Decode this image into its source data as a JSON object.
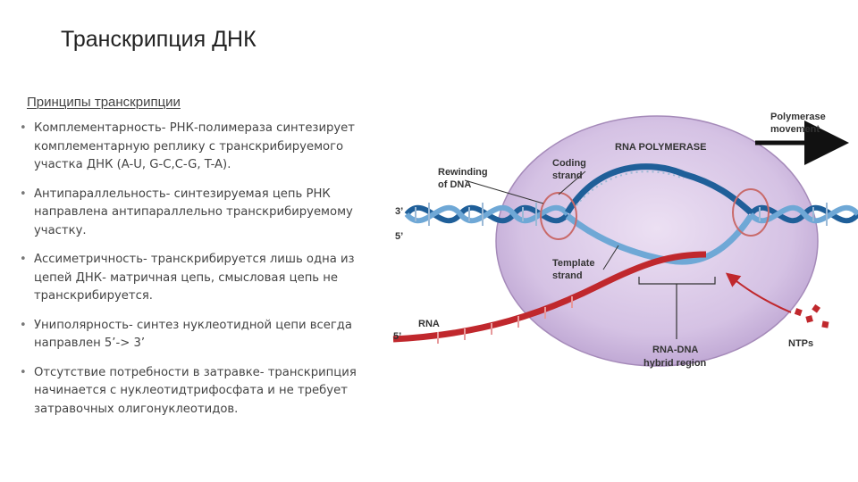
{
  "slide": {
    "title": "Транскрипция ДНК",
    "subtitle": "Принципы транскрипции"
  },
  "principles": [
    {
      "text": "Комплементарность- РНК-полимераза синтезирует комплементарную реплику с транскрибируемого участка ДНК (A-U, G-C,C-G, T-A)."
    },
    {
      "text": "Антипараллельность- синтезируемая цепь РНК направлена антипараллельно транскрибируемому участку."
    },
    {
      "text": "Ассиметричность- транскрибируется лишь одна из цепей ДНК- матричная цепь, смысловая цепь не транскрибируется."
    },
    {
      "text": "Униполярность- синтез нуклеотидной цепи всегда направлен 5’-> 3’"
    },
    {
      "text": "Отсутствие потребности в затравке- транскрипция начинается с нуклеотидтрифосфата и не требует затравочных олигонуклеотидов."
    }
  ],
  "diagram": {
    "labels": {
      "polymerase_movement_1": "Polymerase",
      "polymerase_movement_2": "movement",
      "rna_polymerase": "RNA POLYMERASE",
      "coding_strand_1": "Coding",
      "coding_strand_2": "strand",
      "rewinding_1": "Rewinding",
      "rewinding_2": "of DNA",
      "three_prime": "3’",
      "five_prime_dna": "5’",
      "template_strand_1": "Template",
      "template_strand_2": "strand",
      "rna": "RNA",
      "five_prime_rna": "5’",
      "hybrid_1": "RNA-DNA",
      "hybrid_2": "hybrid region",
      "ntps": "NTPs"
    },
    "colors": {
      "polymerase_fill": "#d9c8e6",
      "dna_dark": "#1f5f99",
      "dna_light": "#6fa8d6",
      "rna": "#c0282d",
      "ring": "#c96a6a"
    }
  }
}
